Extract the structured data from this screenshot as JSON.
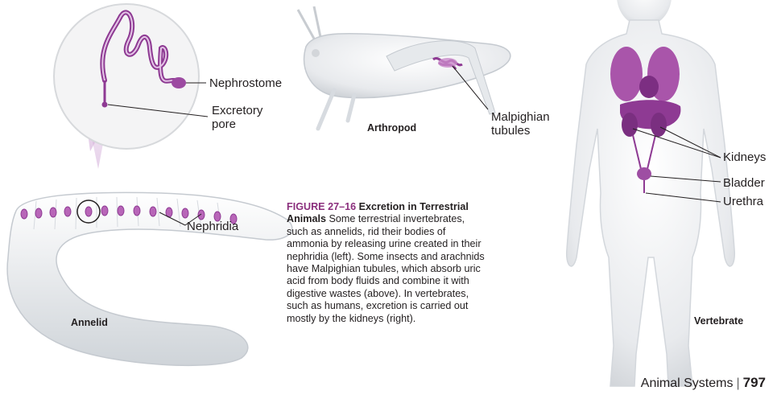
{
  "annelid": {
    "caption": "Annelid",
    "labels": {
      "nephrostome": "Nephrostome",
      "excretory_pore": "Excretory\npore",
      "nephridia": "Nephridia"
    }
  },
  "arthropod": {
    "caption": "Arthropod",
    "labels": {
      "malpighian_tubules": "Malpighian\ntubules"
    }
  },
  "vertebrate": {
    "caption": "Vertebrate",
    "labels": {
      "kidneys": "Kidneys",
      "bladder": "Bladder",
      "urethra": "Urethra"
    }
  },
  "figure": {
    "number": "FIGURE 27–16",
    "title": "Excretion in Terrestrial Animals",
    "body": "Some terrestrial invertebrates, such as annelids, rid their bodies of ammonia by releasing urine created in their nephridia (left). Some insects and arachnids have Malpighian tubules, which absorb uric acid from body fluids and combine it with digestive wastes (above). In vertebrates, such as humans, excretion is carried out mostly by the kidneys (right)."
  },
  "footer": {
    "section": "Animal Systems",
    "separator": "|",
    "page": "797"
  },
  "colors": {
    "organ": "#8e3a93",
    "organ_light": "#c98ac9",
    "body": "#e4e7ea",
    "accent": "#8b2f7d"
  }
}
